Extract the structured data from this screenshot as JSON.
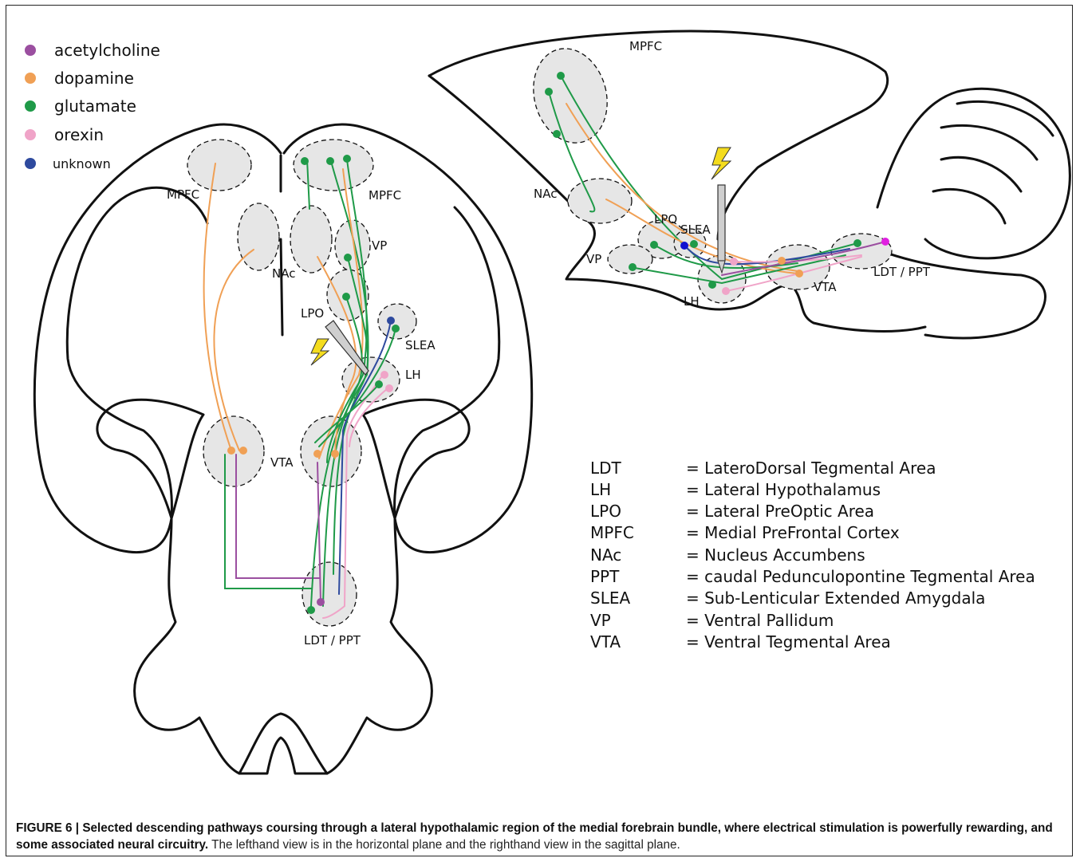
{
  "legend": [
    {
      "label": "acetylcholine",
      "color": "#9b4fa0"
    },
    {
      "label": "dopamine",
      "color": "#f0a055"
    },
    {
      "label": "glutamate",
      "color": "#1f9a48"
    },
    {
      "label": "orexin",
      "color": "#f0a4c8"
    },
    {
      "label": "unknown",
      "color": "#2e4a9e"
    }
  ],
  "horizontal_labels": {
    "mpfc_left": "MPFC",
    "mpfc_right": "MPFC",
    "nac": "NAc",
    "vp": "VP",
    "lpo": "LPO",
    "slea": "SLEA",
    "lh": "LH",
    "vta": "VTA",
    "ldt_ppt": "LDT / PPT"
  },
  "sagittal_labels": {
    "mpfc": "MPFC",
    "nac": "NAc",
    "lpo": "LPO",
    "slea": "SLEA",
    "vp": "VP",
    "lh": "LH",
    "vta": "VTA",
    "ldt_ppt": "LDT / PPT"
  },
  "abbreviations": [
    {
      "abbr": "LDT",
      "def": "= LateroDorsal Tegmental Area"
    },
    {
      "abbr": "LH",
      "def": "= Lateral Hypothalamus"
    },
    {
      "abbr": "LPO",
      "def": "= Lateral PreOptic Area"
    },
    {
      "abbr": "MPFC",
      "def": "= Medial PreFrontal Cortex"
    },
    {
      "abbr": "NAc",
      "def": "= Nucleus Accumbens"
    },
    {
      "abbr": "PPT",
      "def": "= caudal Pedunculopontine Tegmental Area"
    },
    {
      "abbr": "SLEA",
      "def": "= Sub-Lenticular Extended Amygdala"
    },
    {
      "abbr": "VP",
      "def": "= Ventral Pallidum"
    },
    {
      "abbr": "VTA",
      "def": "= Ventral Tegmental Area"
    }
  ],
  "caption": {
    "bold": "FIGURE 6 | Selected descending pathways coursing through a lateral hypothalamic region of the medial forebrain bundle, where electrical stimulation is powerfully rewarding, and some associated neural circuitry.",
    "normal": " The lefthand view is in the horizontal plane and the righthand view in the sagittal plane."
  },
  "colors": {
    "acetylcholine": "#9b4fa0",
    "dopamine": "#f0a055",
    "glutamate": "#1f9a48",
    "orexin": "#f0a4c8",
    "unknown": "#2e4a9e",
    "bolt": "#f4dc1e"
  }
}
